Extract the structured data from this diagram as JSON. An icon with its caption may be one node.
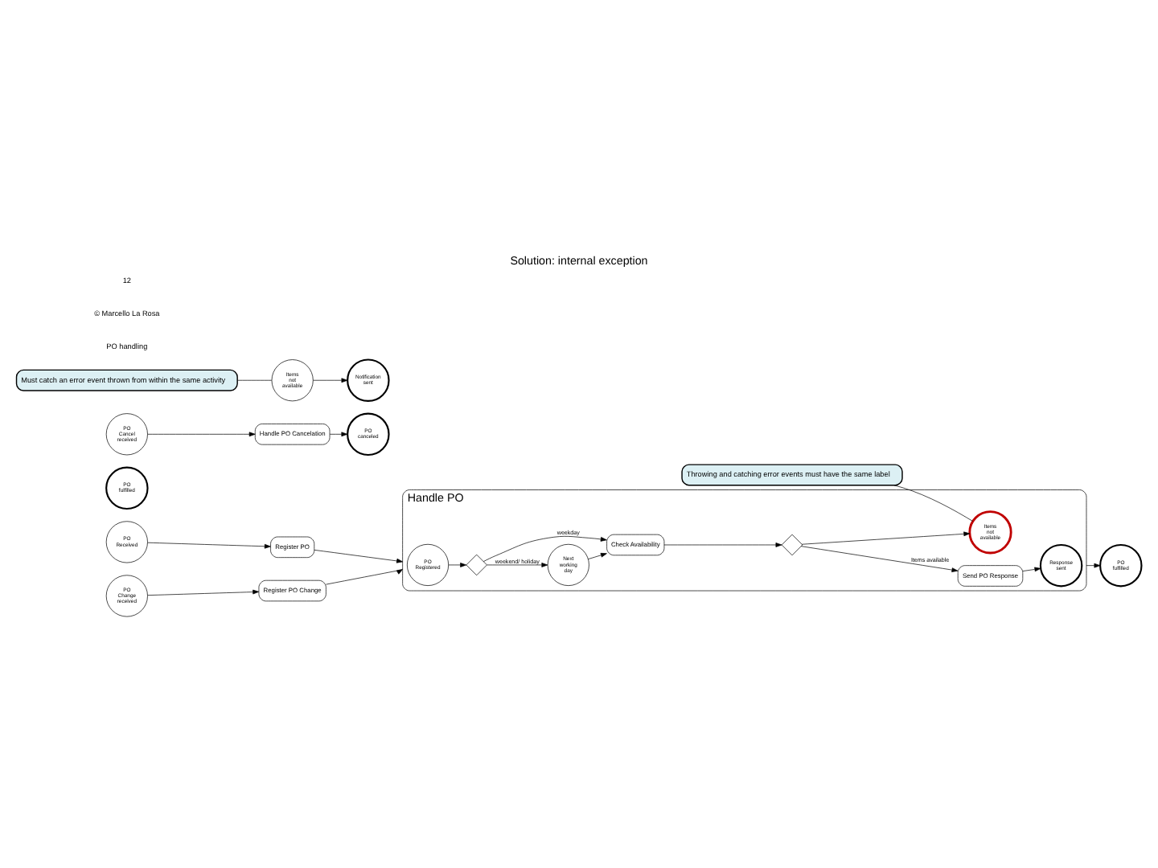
{
  "diagram": {
    "title": "Solution: internal exception",
    "nodes": [
      {
        "text": [
          "Handle PO"
        ]
      },
      {
        "text": [
          "PO Received"
        ]
      },
      {
        "text": [
          "Register PO"
        ]
      },
      {
        "text": [
          "PO Registered"
        ],
        "in": 0
      },
      {
        "text": [],
        "shape": "diamond",
        "in": 0
      },
      {
        "text": [
          "Next working day"
        ],
        "in": 0
      },
      {
        "text": [
          "Check Availability"
        ],
        "in": 0
      },
      {
        "text": [],
        "shape": "diamond",
        "in": 0
      },
      {
        "text": [
          "Items not available"
        ],
        "in": 0
      },
      {
        "text": [
          "Send PO Response"
        ],
        "in": 0
      },
      {
        "text": [
          "Response sent"
        ],
        "in": 0
      },
      {
        "text": [
          "PO fulfilled"
        ]
      },
      {
        "text": [
          "PO fulfilled"
        ]
      },
      {
        "text": [
          "PO Change received"
        ]
      },
      {
        "text": [
          "PO Cancel received"
        ]
      },
      {
        "text": [
          "Items not available"
        ]
      },
      {
        "text": [
          "Register PO Change"
        ]
      },
      {
        "text": [
          "Handle PO Cancelation"
        ]
      },
      {
        "text": [
          "PO canceled"
        ]
      },
      {
        "text": [
          "Notification sent"
        ]
      },
      {
        "text": [
          "Throwing and catching error events must have the same label"
        ]
      },
      {
        "text": [
          "Must catch an error event thrown from within the same activity"
        ]
      }
    ],
    "edges": [
      {
        "from": 1,
        "to": 2,
        "arrow": "to"
      },
      {
        "from": 2,
        "to": 0,
        "arrow": "to"
      },
      {
        "from": 3,
        "to": 4,
        "arrow": "to"
      },
      {
        "from": 4,
        "to": 5,
        "arrow": "to",
        "label": "weekend/ holiday"
      },
      {
        "from": 4,
        "to": 6,
        "arrow": "to",
        "label": "weekday"
      },
      {
        "from": 5,
        "to": 6,
        "arrow": "to"
      },
      {
        "from": 6,
        "to": 7,
        "arrow": "to"
      },
      {
        "from": 7,
        "to": 8,
        "arrow": "to"
      },
      {
        "from": 7,
        "to": 9,
        "arrow": "to",
        "label": "Items available"
      },
      {
        "from": 9,
        "to": 10,
        "arrow": "to"
      },
      {
        "from": 0,
        "to": 11,
        "arrow": "to"
      },
      {
        "from": 13,
        "to": 16,
        "arrow": "to"
      },
      {
        "from": 16,
        "to": 0,
        "arrow": "to"
      },
      {
        "from": 14,
        "to": 17,
        "arrow": "to"
      },
      {
        "from": 17,
        "to": 18,
        "arrow": "to"
      },
      {
        "from": 15,
        "to": 19,
        "arrow": "to"
      },
      {
        "from": 20,
        "to": 8,
        "arrow": "none"
      },
      {
        "from": 21,
        "to": 15,
        "arrow": "none"
      }
    ],
    "labels": [
      "PO handling",
      "© Marcello La Rosa",
      "12"
    ]
  }
}
